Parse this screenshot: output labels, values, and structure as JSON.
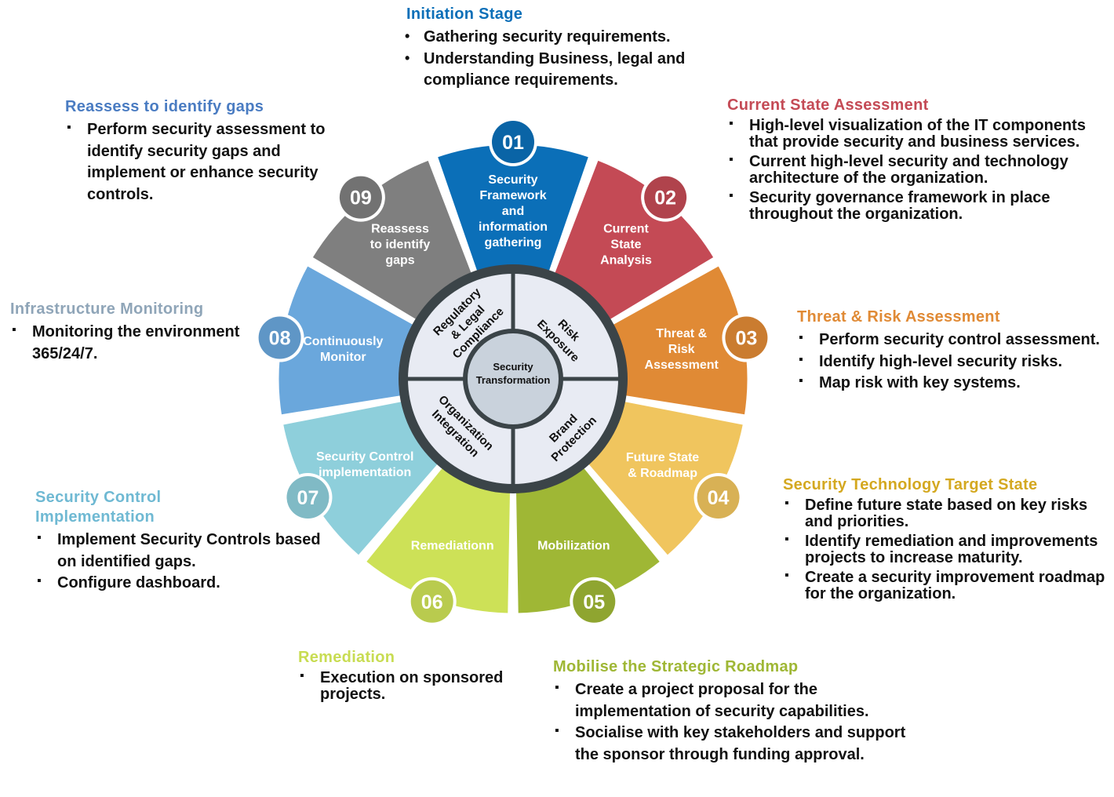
{
  "colors": {
    "s01": "#0b6fb8",
    "s02": "#c44a55",
    "s03": "#e08a35",
    "s04": "#f0c55e",
    "s05": "#9fb735",
    "s06": "#cde157",
    "s07": "#8ecfdb",
    "s08": "#6aa7dc",
    "s09": "#7f7f7f",
    "hub_ring": "#3b4448",
    "hub_fill": "#e8ebf3",
    "hub_core": "#c9d2dc"
  },
  "center": {
    "title_line1": "Security",
    "title_line2": "Transformation",
    "q_tl": [
      "Regulatory",
      "& Legal",
      "Compliance"
    ],
    "q_tr": [
      "Risk",
      "Exposure"
    ],
    "q_bl": [
      "Organization",
      "Integration"
    ],
    "q_br": [
      "Brand",
      "Protection"
    ]
  },
  "segments": [
    {
      "num": "01",
      "lines": [
        "Security",
        "Framework",
        "and",
        "information",
        "gathering"
      ]
    },
    {
      "num": "02",
      "lines": [
        "Current",
        "State",
        "Analysis"
      ]
    },
    {
      "num": "03",
      "lines": [
        "Threat &",
        "Risk",
        "Assessment"
      ]
    },
    {
      "num": "04",
      "lines": [
        "Future State",
        "& Roadmap"
      ]
    },
    {
      "num": "05",
      "lines": [
        "Mobilization"
      ]
    },
    {
      "num": "06",
      "lines": [
        "Remediationn"
      ]
    },
    {
      "num": "07",
      "lines": [
        "Security Control",
        "implementation"
      ]
    },
    {
      "num": "08",
      "lines": [
        "Continuously",
        "Monitor"
      ]
    },
    {
      "num": "09",
      "lines": [
        "Reassess",
        "to identify",
        "gaps"
      ]
    }
  ],
  "blocks": {
    "initiation": {
      "title": "Initiation Stage",
      "items": [
        "Gathering security requirements.",
        "Understanding Business, legal and compliance requirements."
      ]
    },
    "current": {
      "title": "Current State Assessment",
      "items": [
        "High-level visualization of the IT components that provide security and business services.",
        "Current high-level security and technology architecture of the organization.",
        "Security governance framework in place throughout the organization."
      ]
    },
    "threat": {
      "title": "Threat & Risk Assessment",
      "items": [
        "Perform security control assessment.",
        "Identify high-level security risks.",
        "Map risk with key systems."
      ]
    },
    "target": {
      "title": "Security Technology Target State",
      "items": [
        "Define future state based on key risks and priorities.",
        "Identify remediation and improvements projects to increase maturity.",
        "Create a security improvement roadmap for the organization."
      ]
    },
    "mobilise": {
      "title": "Mobilise the Strategic Roadmap",
      "items": [
        "Create a project proposal for the implementation of security capabilities.",
        "Socialise with key stakeholders and support the sponsor through funding approval."
      ]
    },
    "remediation": {
      "title": "Remediation",
      "items": [
        "Execution on sponsored projects."
      ]
    },
    "control": {
      "title": "Security Control Implementation",
      "items": [
        "Implement Security Controls based on identified gaps.",
        "Configure dashboard."
      ]
    },
    "infra": {
      "title": "Infrastructure Monitoring",
      "items": [
        "Monitoring the environment 365/24/7."
      ]
    },
    "reassess": {
      "title": "Reassess to identify gaps",
      "items": [
        "Perform security assessment to identify security gaps and implement or enhance security controls."
      ]
    }
  }
}
